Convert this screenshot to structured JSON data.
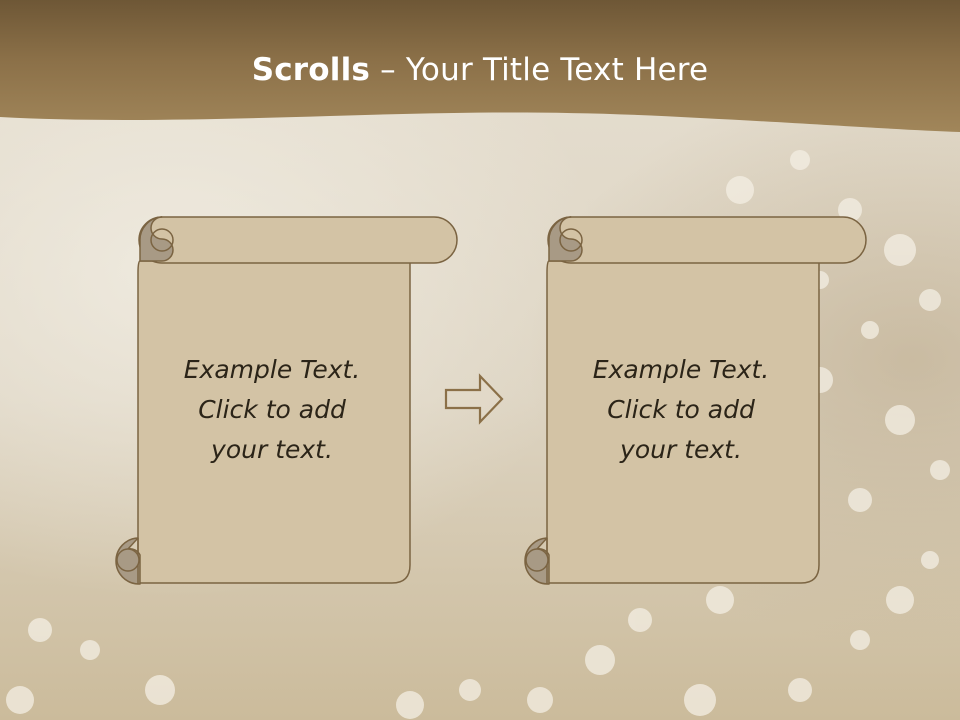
{
  "slide": {
    "title_bold": "Scrolls",
    "title_dash": " – ",
    "title_rest": "Your Title Text Here"
  },
  "scrolls": [
    {
      "lines": [
        "Example Text.",
        "Click  to add",
        "your text."
      ]
    },
    {
      "lines": [
        "Example Text.",
        "Click  to add",
        "your text."
      ]
    }
  ],
  "icons": {
    "connector": "right-arrow-outline-icon"
  },
  "colors": {
    "header": "#8a6f48",
    "scroll_fill": "#d3c3a5",
    "scroll_curl": "#a89a85",
    "scroll_outline": "#7b6442",
    "text": "#2b2418"
  }
}
